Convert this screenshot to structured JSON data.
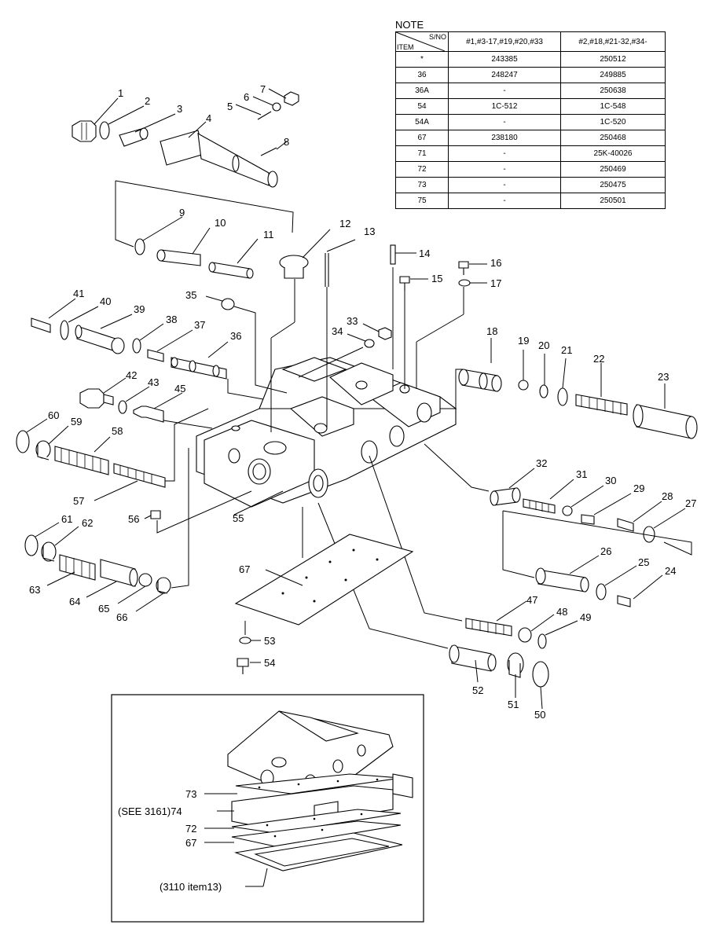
{
  "note": {
    "title": "NOTE",
    "header": {
      "sno": "S/NO",
      "item": "ITEM",
      "col1": "#1,#3-17,#19,#20,#33",
      "col2": "#2,#18,#21-32,#34-"
    },
    "rows": [
      {
        "item": "*",
        "a": "243385",
        "b": "250512"
      },
      {
        "item": "36",
        "a": "248247",
        "b": "249885"
      },
      {
        "item": "36A",
        "a": "-",
        "b": "250638"
      },
      {
        "item": "54",
        "a": "1C-512",
        "b": "1C-548"
      },
      {
        "item": "54A",
        "a": "-",
        "b": "1C-520"
      },
      {
        "item": "67",
        "a": "238180",
        "b": "250468"
      },
      {
        "item": "71",
        "a": "-",
        "b": "25K-40026"
      },
      {
        "item": "72",
        "a": "-",
        "b": "250469"
      },
      {
        "item": "73",
        "a": "-",
        "b": "250475"
      },
      {
        "item": "75",
        "a": "-",
        "b": "250501"
      }
    ]
  },
  "callouts": {
    "c1": "1",
    "c2": "2",
    "c3": "3",
    "c4": "4",
    "c5": "5",
    "c6": "6",
    "c7": "7",
    "c8": "8",
    "c9": "9",
    "c10": "10",
    "c11": "11",
    "c12": "12",
    "c13": "13",
    "c14": "14",
    "c15": "15",
    "c16": "16",
    "c17": "17",
    "c18": "18",
    "c19": "19",
    "c20": "20",
    "c21": "21",
    "c22": "22",
    "c23": "23",
    "c24": "24",
    "c25": "25",
    "c26": "26",
    "c27": "27",
    "c28": "28",
    "c29": "29",
    "c30": "30",
    "c31": "31",
    "c32": "32",
    "c33": "33",
    "c34": "34",
    "c35": "35",
    "c36": "36",
    "c37": "37",
    "c38": "38",
    "c39": "39",
    "c40": "40",
    "c41": "41",
    "c42": "42",
    "c43": "43",
    "c45": "45",
    "c47": "47",
    "c48": "48",
    "c49": "49",
    "c50": "50",
    "c51": "51",
    "c52": "52",
    "c53": "53",
    "c54": "54",
    "c55": "55",
    "c56": "56",
    "c57": "57",
    "c58": "58",
    "c59": "59",
    "c60": "60",
    "c61": "61",
    "c62": "62",
    "c63": "63",
    "c64": "64",
    "c65": "65",
    "c66": "66",
    "c67": "67"
  },
  "inset": {
    "l73": "73",
    "l74": "(SEE 3161)74",
    "l72": "72",
    "l67": "67",
    "l3110": "(3110 item13)"
  }
}
